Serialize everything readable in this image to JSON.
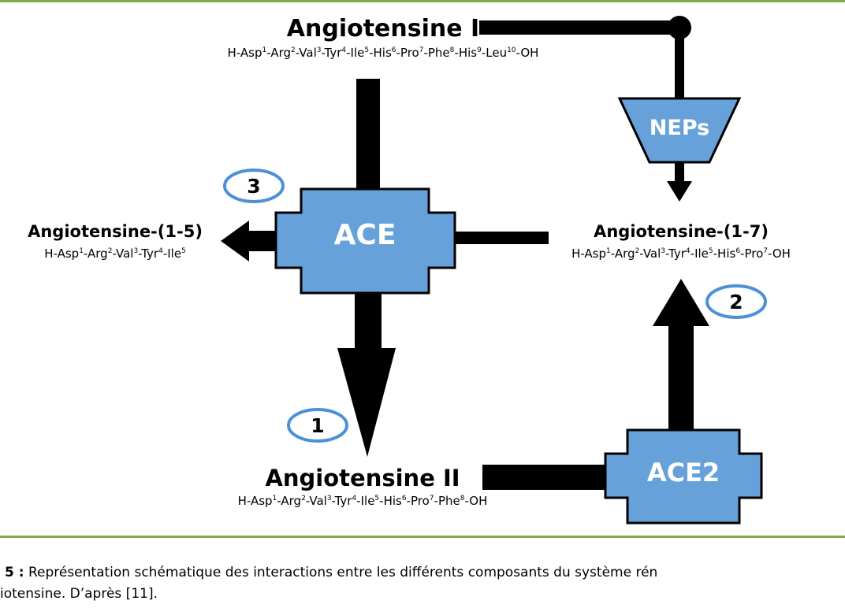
{
  "nodes": {
    "ang1": {
      "title": "Angiotensine I",
      "sequence": [
        [
          "H-Asp",
          "1"
        ],
        [
          "-Arg",
          "2"
        ],
        [
          "-Val",
          "3"
        ],
        [
          "-Tyr",
          "4"
        ],
        [
          "-Ile",
          "5"
        ],
        [
          "-His",
          "6"
        ],
        [
          "-Pro",
          "7"
        ],
        [
          "-Phe",
          "8"
        ],
        [
          "-His",
          "9"
        ],
        [
          "-Leu",
          "10"
        ],
        [
          "-OH",
          ""
        ]
      ]
    },
    "ang15": {
      "title": "Angiotensine-(1-5)",
      "sequence": [
        [
          "H-Asp",
          "1"
        ],
        [
          "-Arg",
          "2"
        ],
        [
          "-Val",
          "3"
        ],
        [
          "-Tyr",
          "4"
        ],
        [
          "-Ile",
          "5"
        ]
      ]
    },
    "ang17": {
      "title": "Angiotensine-(1-7)",
      "sequence": [
        [
          "H-Asp",
          "1"
        ],
        [
          "-Arg",
          "2"
        ],
        [
          "-Val",
          "3"
        ],
        [
          "-Tyr",
          "4"
        ],
        [
          "-Ile",
          "5"
        ],
        [
          "-His",
          "6"
        ],
        [
          "-Pro",
          "7"
        ],
        [
          "-OH",
          ""
        ]
      ]
    },
    "ang2": {
      "title": "Angiotensine II",
      "sequence": [
        [
          "H-Asp",
          "1"
        ],
        [
          "-Arg",
          "2"
        ],
        [
          "-Val",
          "3"
        ],
        [
          "-Tyr",
          "4"
        ],
        [
          "-Ile",
          "5"
        ],
        [
          "-His",
          "6"
        ],
        [
          "-Pro",
          "7"
        ],
        [
          "-Phe",
          "8"
        ],
        [
          "-OH",
          ""
        ]
      ]
    }
  },
  "enzymes": {
    "ace": "ACE",
    "ace2": "ACE2",
    "neps": "NEPs"
  },
  "pathways": {
    "p1": "1",
    "p2": "2",
    "p3": "3"
  },
  "caption": {
    "figure_num": "5 :",
    "text_line1": "Représentation schématique des interactions entre les différents composants du système rén",
    "text_line2": "iotensine. D’après [11]."
  },
  "colors": {
    "enzyme_fill": "#67a1d9",
    "circle_stroke": "#4d90d8",
    "rule": "#7cad4d"
  }
}
